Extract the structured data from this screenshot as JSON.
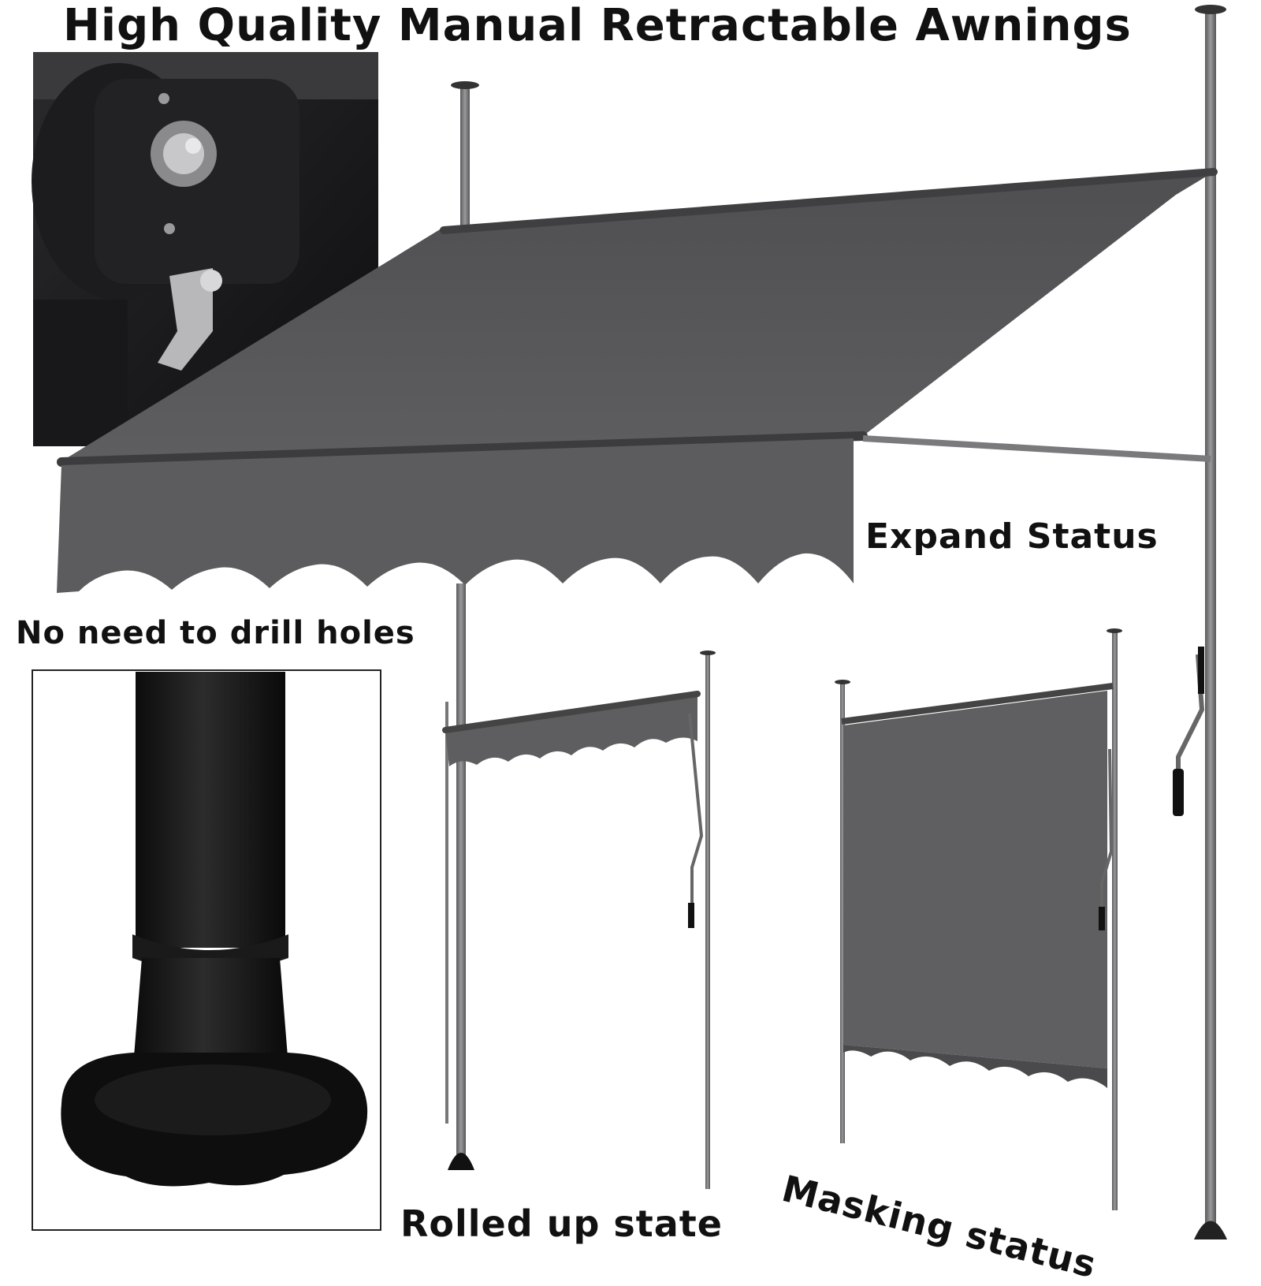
{
  "title": "High Quality Manual Retractable Awnings",
  "labels": {
    "expand": "Expand Status",
    "no_drill": "No need to drill holes",
    "rolled": "Rolled up state",
    "masking": "Masking status"
  },
  "colors": {
    "fabric": "#5a5a5c",
    "pole": "#6e6e70",
    "text": "#111111"
  }
}
